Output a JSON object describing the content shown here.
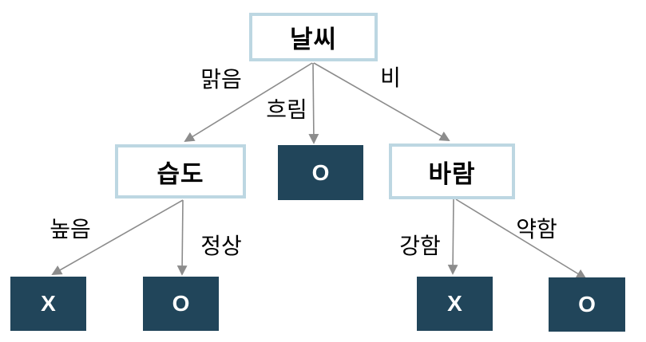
{
  "tree": {
    "nodes": {
      "weather": "날씨",
      "humidity": "습도",
      "wind": "바람",
      "overcast_leaf": "O",
      "high_leaf": "X",
      "normal_leaf": "O",
      "strong_leaf": "X",
      "weak_leaf": "O"
    },
    "edges": {
      "sunny": "맑음",
      "overcast": "흐림",
      "rain": "비",
      "high": "높음",
      "normal": "정상",
      "strong": "강함",
      "weak": "약함"
    },
    "structure": [
      {
        "from": "날씨",
        "edge": "맑음",
        "to": "습도"
      },
      {
        "from": "날씨",
        "edge": "흐림",
        "to": "O"
      },
      {
        "from": "날씨",
        "edge": "비",
        "to": "바람"
      },
      {
        "from": "습도",
        "edge": "높음",
        "to": "X"
      },
      {
        "from": "습도",
        "edge": "정상",
        "to": "O"
      },
      {
        "from": "바람",
        "edge": "강함",
        "to": "X"
      },
      {
        "from": "바람",
        "edge": "약함",
        "to": "O"
      }
    ],
    "colors": {
      "leaf_background": "#21455a",
      "leaf_text": "#ffffff",
      "decision_background": "#ffffff",
      "decision_border": "#bdd7e2",
      "decision_text": "#000000",
      "arrow": "#8c8c8c",
      "edge_label_text": "#000000",
      "page_background": "#ffffff"
    }
  }
}
